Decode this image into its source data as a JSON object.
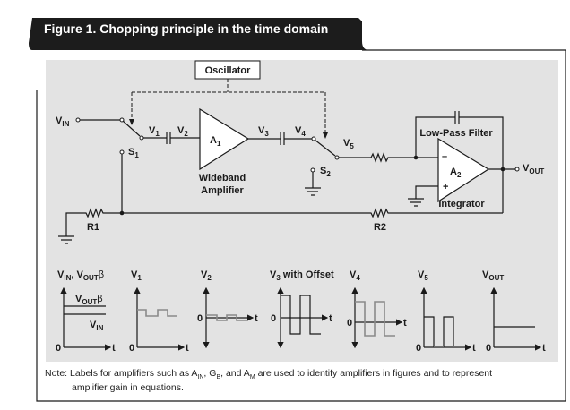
{
  "title": "Figure 1. Chopping principle in the time domain",
  "circuit": {
    "oscillator": "Oscillator",
    "vin": {
      "main": "V",
      "sub": "IN"
    },
    "v1": {
      "main": "V",
      "sub": "1"
    },
    "v2": {
      "main": "V",
      "sub": "2"
    },
    "v3": {
      "main": "V",
      "sub": "3"
    },
    "v4": {
      "main": "V",
      "sub": "4"
    },
    "v5": {
      "main": "V",
      "sub": "5"
    },
    "s1": {
      "main": "S",
      "sub": "1"
    },
    "s2": {
      "main": "S",
      "sub": "2"
    },
    "a1": {
      "main": "A",
      "sub": "1"
    },
    "a2": {
      "main": "A",
      "sub": "2"
    },
    "wideband1": "Wideband",
    "wideband2": "Amplifier",
    "lowpass": "Low-Pass Filter",
    "integrator": "Integrator",
    "minus": "–",
    "plus": "+",
    "vout": {
      "main": "V",
      "sub": "OUT"
    },
    "r1": "R1",
    "r2": "R2"
  },
  "waveforms": {
    "p1_title_a": "V",
    "p1_title_a_sub": "IN",
    "p1_sep": ", ",
    "p1_title_b": "V",
    "p1_title_b_sub": "OUT",
    "beta": "β",
    "p1_voutb": "V",
    "p1_voutb_sub": "OUT",
    "p1_vin": "V",
    "p1_vin_sub": "IN",
    "p2_title": "V",
    "p2_sub": "1",
    "p3_title": "V",
    "p3_sub": "2",
    "p4_title": "V",
    "p4_sub": "3",
    "p4_suffix": " with Offset",
    "p5_title": "V",
    "p5_sub": "4",
    "p6_title": "V",
    "p6_sub": "5",
    "p7_title": "V",
    "p7_sub": "OUT",
    "zero": "0",
    "t": "t"
  },
  "note": {
    "line1_a": "Note: Labels for amplifiers such as A",
    "ain": "IN",
    "c1": ", G",
    "gb": "B",
    "c2": ", and A",
    "am": "M",
    "line1_b": " are used to identify amplifiers in figures and to represent",
    "line2": "amplifier gain in equations."
  }
}
